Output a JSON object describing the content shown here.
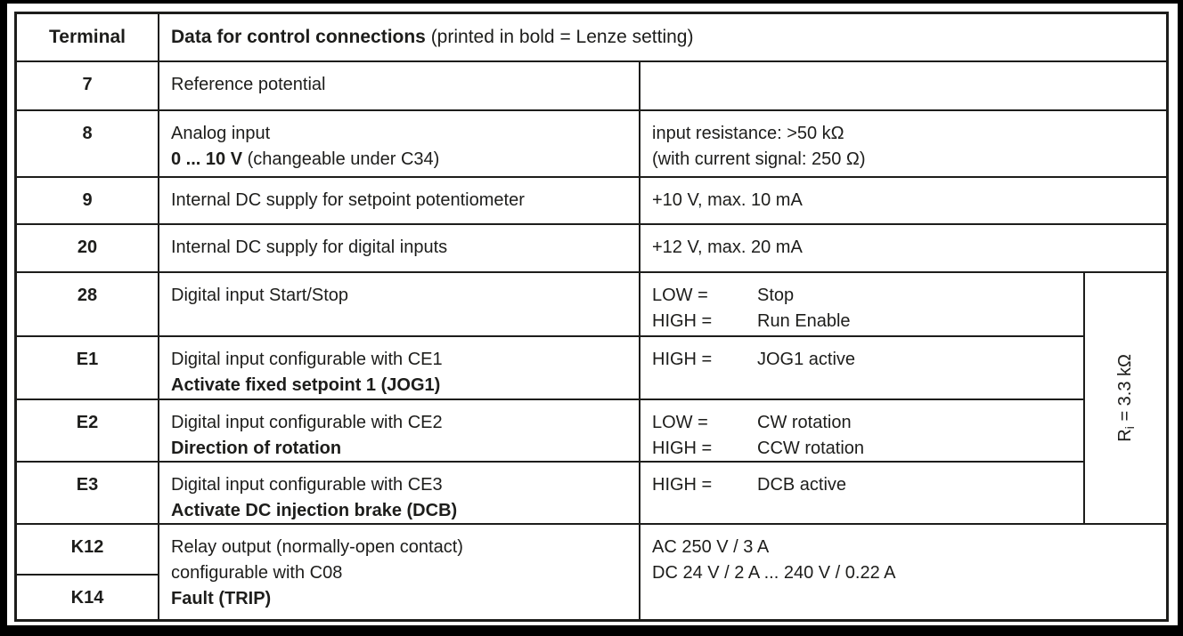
{
  "header": {
    "terminal_label": "Terminal",
    "title_bold": "Data for control connections",
    "title_note": " (printed in bold = Lenze setting)"
  },
  "rows": {
    "r7": {
      "terminal": "7",
      "desc": "Reference potential",
      "spec": ""
    },
    "r8": {
      "terminal": "8",
      "desc_line1": "Analog input",
      "desc_line2_bold": "0 ... 10 V",
      "desc_line2_note": " (changeable under C34)",
      "spec_line1": "input resistance: >50 kΩ",
      "spec_line2": "(with current signal: 250 Ω)"
    },
    "r9": {
      "terminal": "9",
      "desc": "Internal DC supply for setpoint potentiometer",
      "spec": "+10 V, max. 10 mA"
    },
    "r20": {
      "terminal": "20",
      "desc": "Internal DC supply for digital inputs",
      "spec": "+12 V, max. 20 mA"
    },
    "r28": {
      "terminal": "28",
      "desc": "Digital input Start/Stop",
      "low_label": "LOW =",
      "low_value": "Stop",
      "high_label": "HIGH =",
      "high_value": "Run Enable"
    },
    "rE1": {
      "terminal": "E1",
      "desc_line1": "Digital input configurable with CE1",
      "desc_line2_bold": "Activate fixed setpoint 1 (JOG1)",
      "high_label": "HIGH =",
      "high_value": "JOG1 active"
    },
    "rE2": {
      "terminal": "E2",
      "desc_line1": "Digital input configurable with CE2",
      "desc_line2_bold": "Direction of rotation",
      "low_label": "LOW =",
      "low_value": "CW rotation",
      "high_label": "HIGH =",
      "high_value": "CCW rotation"
    },
    "rE3": {
      "terminal": "E3",
      "desc_line1": "Digital input configurable with CE3",
      "desc_line2_bold": "Activate DC injection brake (DCB)",
      "high_label": "HIGH =",
      "high_value": "DCB active"
    },
    "rK": {
      "terminal_1": "K12",
      "terminal_2": "K14",
      "desc_line1": "Relay output (normally-open contact)",
      "desc_line2": "configurable with C08",
      "desc_line3_bold": "Fault (TRIP)",
      "spec_line1": "AC 250 V / 3 A",
      "spec_line2": "DC 24 V / 2 A ... 240 V / 0.22 A"
    }
  },
  "side_note": {
    "base": "R",
    "sub": "i",
    "rest": " = 3.3 kΩ"
  },
  "colors": {
    "text": "#1d1d1b",
    "border": "#1d1d1b",
    "background": "#ffffff",
    "frame": "#000000"
  }
}
